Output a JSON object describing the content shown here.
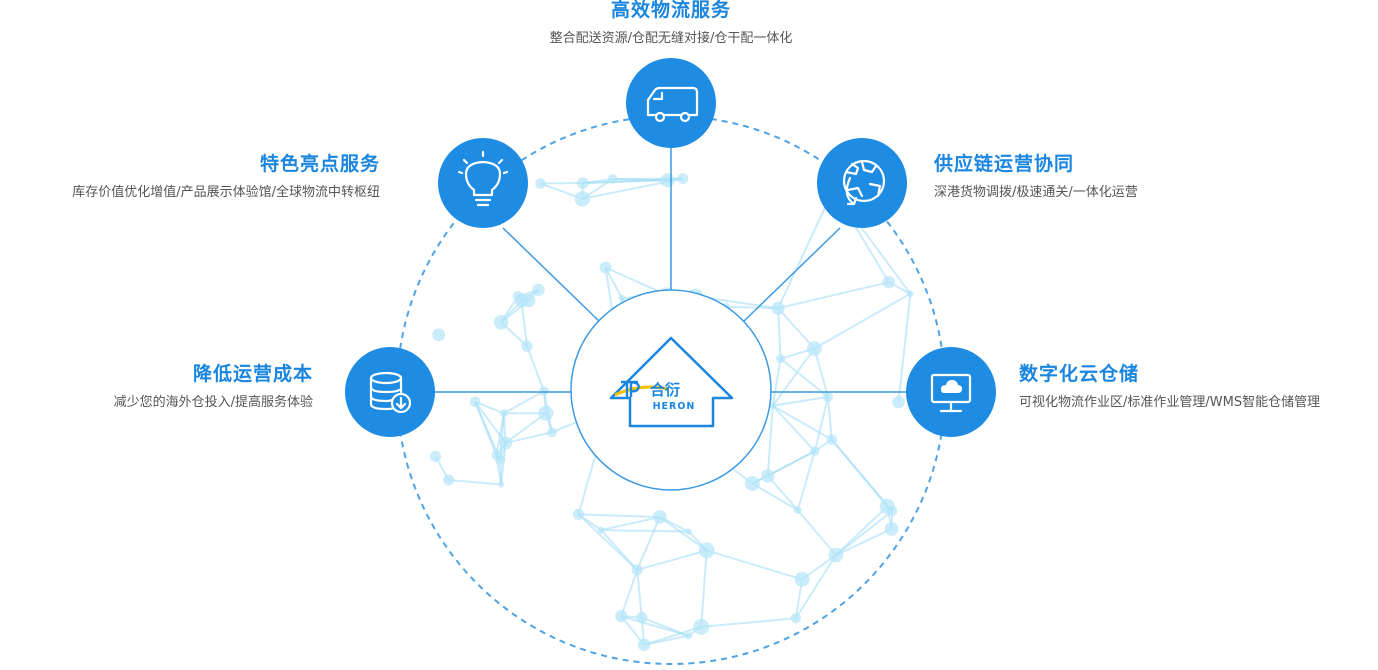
{
  "colors": {
    "accent": "#1a86e0",
    "circle": "#1e8ce3",
    "text": "#555555",
    "network": "#9fdcf6",
    "dashed": "#4da3e6"
  },
  "center": {
    "logo_name": "合衍",
    "logo_subtitle": "HERON"
  },
  "nodes": [
    {
      "id": "top",
      "title": "高效物流服务",
      "desc": "整合配送资源/仓配无缝对接/仓干配一体化",
      "icon": "truck-icon"
    },
    {
      "id": "upper-left",
      "title": "特色亮点服务",
      "desc": "库存价值优化增值/产品展示体验馆/全球物流中转枢纽",
      "icon": "lightbulb-icon"
    },
    {
      "id": "upper-right",
      "title": "供应链运营协同",
      "desc": "深港货物调拨/极速通关/一体化运营",
      "icon": "globe-icon"
    },
    {
      "id": "lower-left",
      "title": "降低运营成本",
      "desc": "减少您的海外仓投入/提高服务体验",
      "icon": "database-download-icon"
    },
    {
      "id": "lower-right",
      "title": "数字化云仓储",
      "desc": "可视化物流作业区/标准作业管理/WMS智能仓储管理",
      "icon": "cloud-monitor-icon"
    }
  ]
}
